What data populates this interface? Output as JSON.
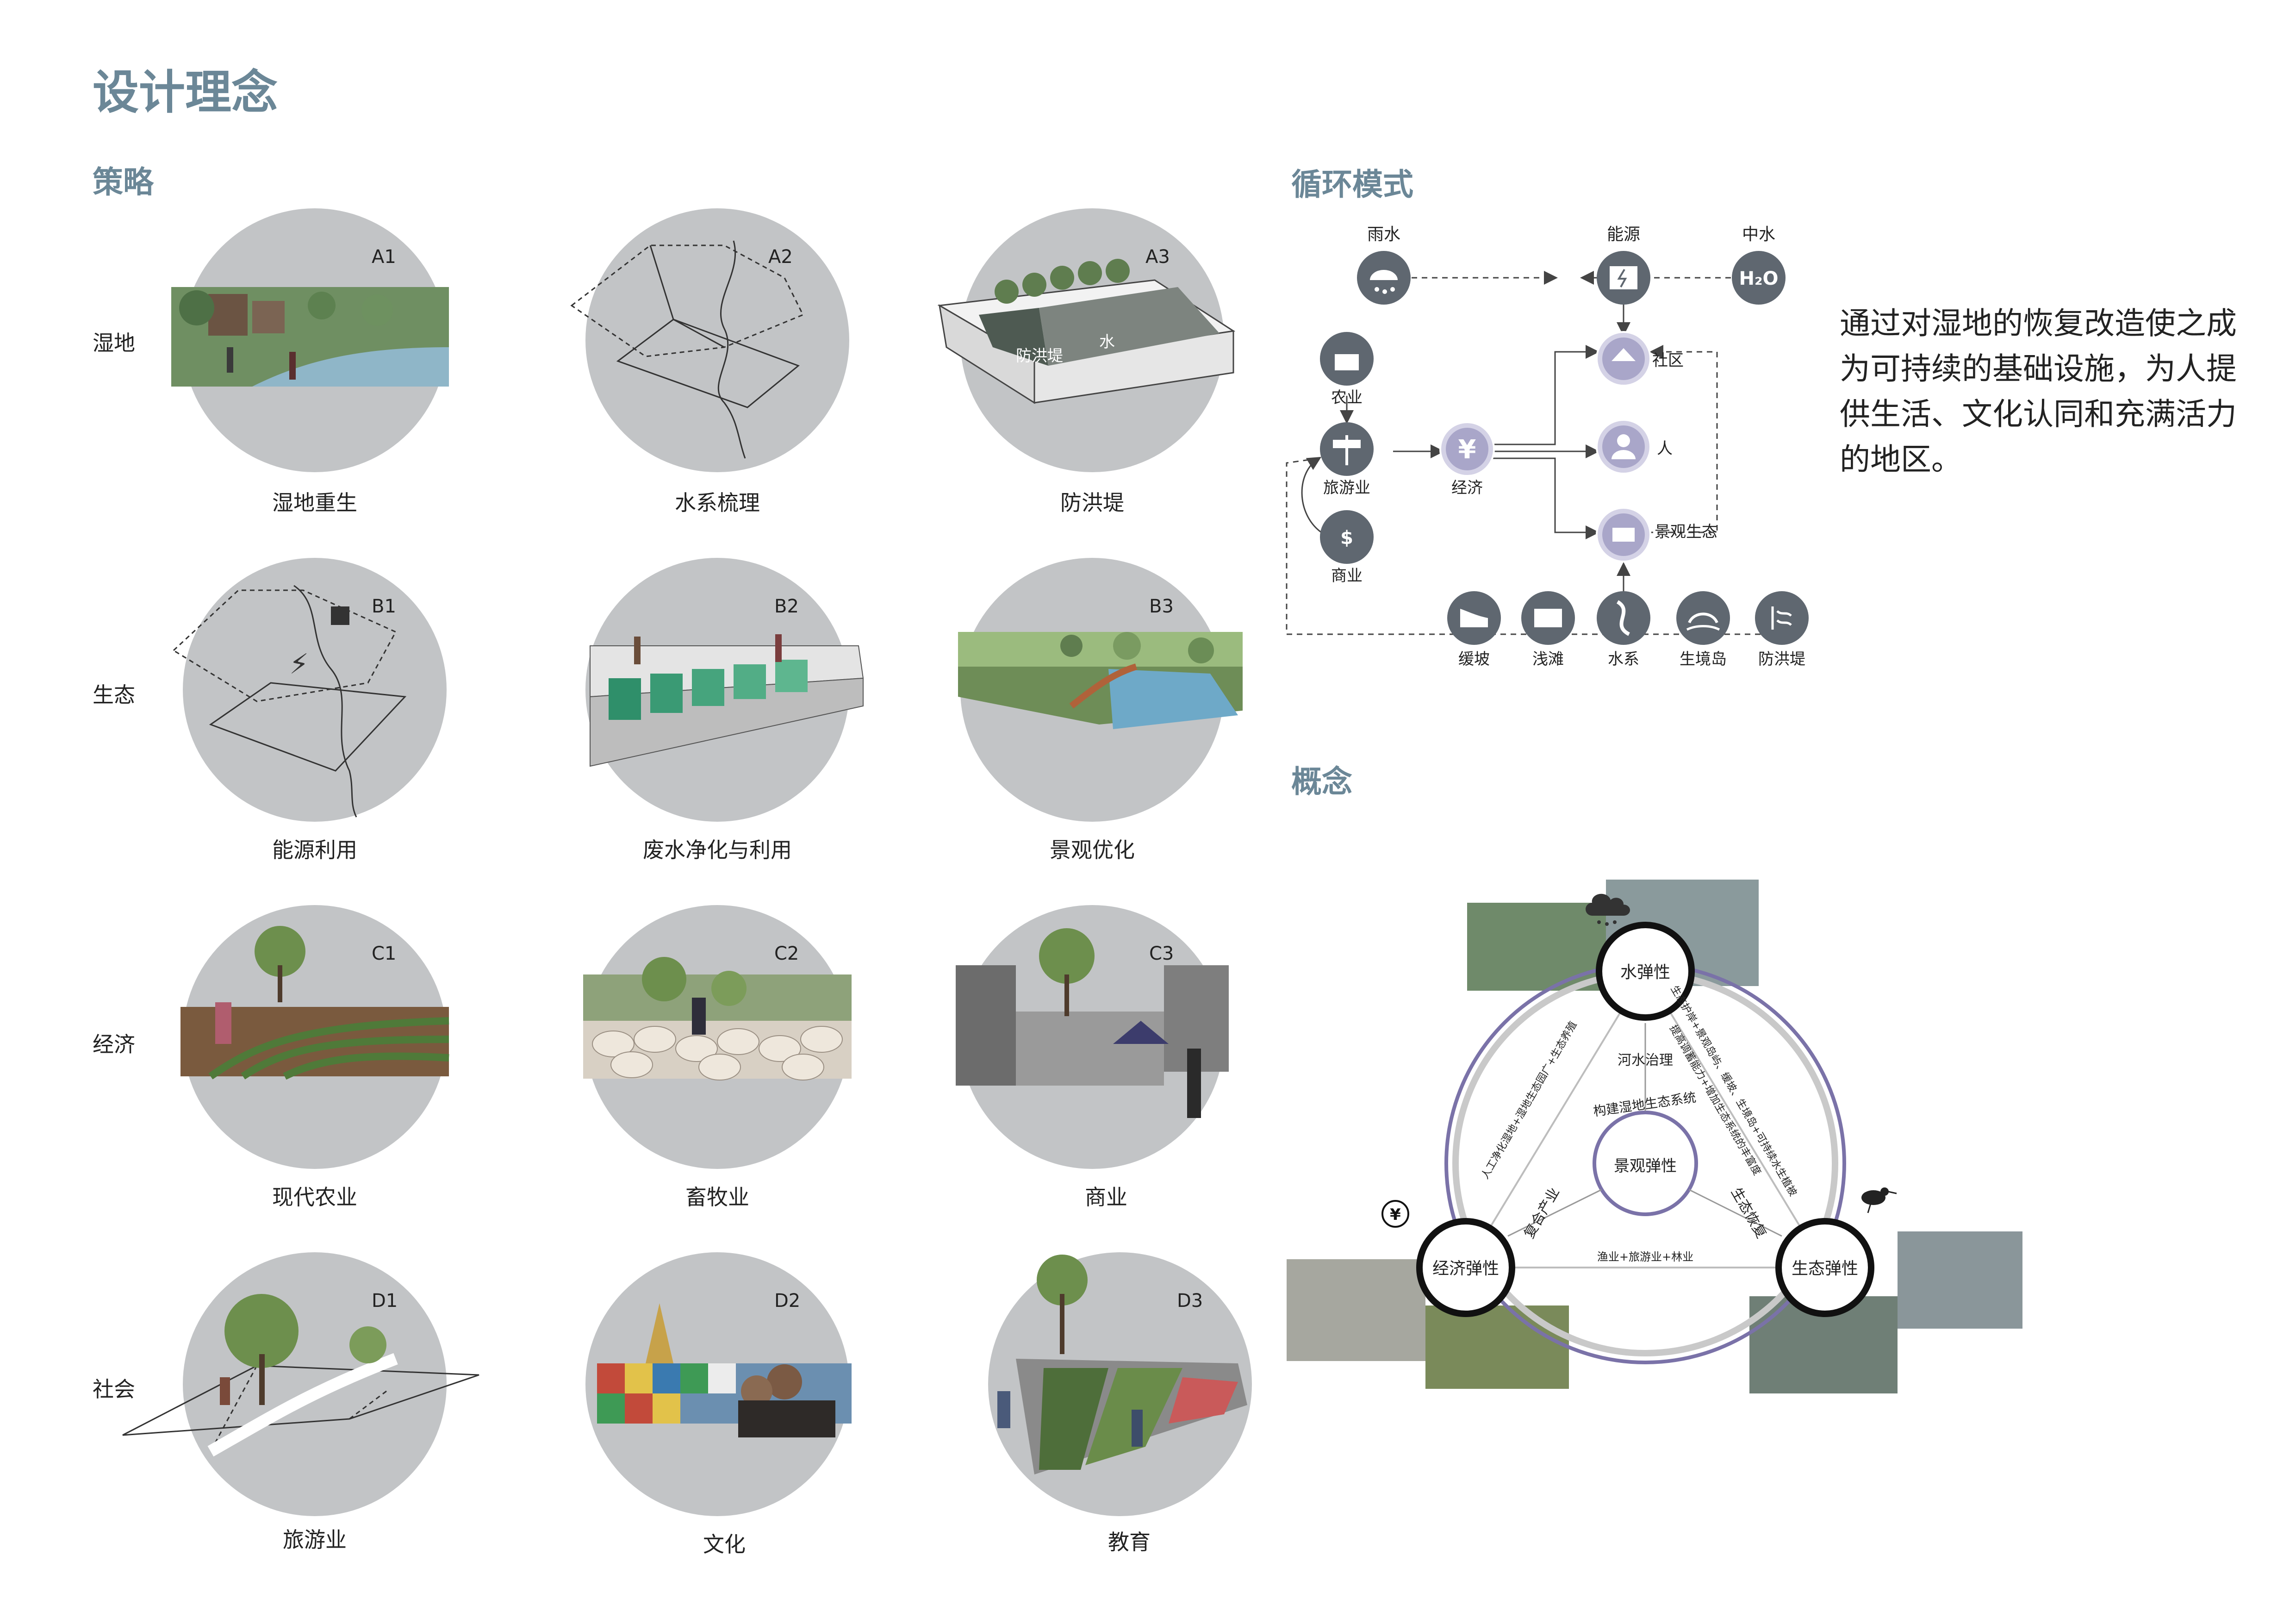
{
  "title": "设计理念",
  "strategy": {
    "heading": "策略",
    "rows": [
      {
        "label": "湿地",
        "items": [
          {
            "code": "A1",
            "caption": "湿地重生"
          },
          {
            "code": "A2",
            "caption": "水系梳理"
          },
          {
            "code": "A3",
            "caption": "防洪堤",
            "labels": [
              "防洪堤",
              "水"
            ]
          }
        ]
      },
      {
        "label": "生态",
        "items": [
          {
            "code": "B1",
            "caption": "能源利用"
          },
          {
            "code": "B2",
            "caption": "废水净化与利用"
          },
          {
            "code": "B3",
            "caption": "景观优化"
          }
        ]
      },
      {
        "label": "经济",
        "items": [
          {
            "code": "C1",
            "caption": "现代农业"
          },
          {
            "code": "C2",
            "caption": "畜牧业"
          },
          {
            "code": "C3",
            "caption": "商业"
          }
        ]
      },
      {
        "label": "社会",
        "items": [
          {
            "code": "D1",
            "caption": "旅游业"
          },
          {
            "code": "D2",
            "caption": "文化"
          },
          {
            "code": "D3",
            "caption": "教育"
          }
        ]
      }
    ]
  },
  "cycle": {
    "heading": "循环模式",
    "nodes": {
      "rain": "雨水",
      "energy": "能源",
      "greywater": "中水",
      "community": "社区",
      "agriculture": "农业",
      "tourism": "旅游业",
      "commerce": "商业",
      "economy": "经济",
      "people": "人",
      "landscape": "景观生态",
      "slope": "缓坡",
      "shoal": "浅滩",
      "water": "水系",
      "island": "生境岛",
      "levee": "防洪堤"
    },
    "icon_texts": {
      "h2o": "H₂O",
      "yen": "¥",
      "dollar": "$"
    }
  },
  "description": "通过对湿地的恢复改造使之成为可持续的基础设施，为人提供生活、文化认同和充满活力的地区。",
  "concept": {
    "heading": "概念",
    "water_node": "水弹性",
    "economy_node": "经济弹性",
    "ecology_node": "生态弹性",
    "center_node": "景观弹性",
    "river_governance": "河水治理",
    "build_system": "构建湿地生态系统",
    "compound_industry": "复合产业",
    "eco_restoration": "生态恢复",
    "bottom_link": "渔业+旅游业+林业",
    "left_arc": "人工净化湿地+湿地生态园广+生态养殖",
    "right_arc_1": "生态护岸+景观岛屿、缓坡、生境岛+可持续水生植被",
    "right_arc_2": "提高调蓄能力+增加生态系统的丰富度",
    "yen_icon": "¥"
  },
  "colors": {
    "heading": "#6b8797",
    "node": "#5f6770",
    "circle": "#c2c4c6",
    "purple": "#7a72a8"
  }
}
